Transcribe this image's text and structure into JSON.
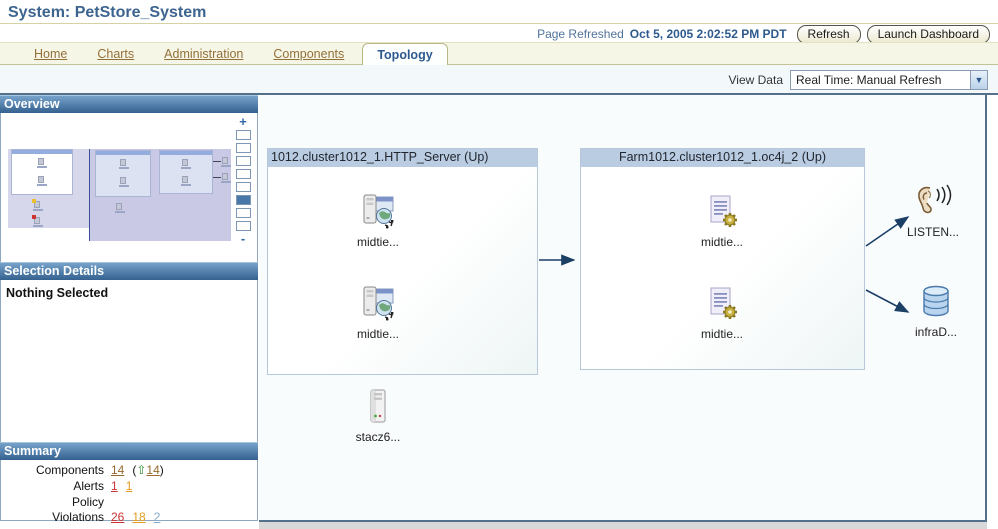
{
  "page": {
    "title": "System: PetStore_System"
  },
  "header": {
    "page_refreshed_label": "Page Refreshed",
    "page_refreshed_value": "Oct 5, 2005 2:02:52 PM PDT",
    "refresh_button": "Refresh",
    "launch_dashboard_button": "Launch Dashboard"
  },
  "tabs": {
    "items": [
      {
        "label": "Home"
      },
      {
        "label": "Charts"
      },
      {
        "label": "Administration"
      },
      {
        "label": "Components"
      }
    ],
    "active": "Topology"
  },
  "view_data": {
    "label": "View Data",
    "selected": "Real Time: Manual Refresh"
  },
  "sidebar": {
    "overview": {
      "title": "Overview",
      "zoom_in": "+",
      "zoom_out": "-",
      "zoom_levels": 8,
      "active_zoom_level": 6
    },
    "selection_details": {
      "title": "Selection Details",
      "message": "Nothing Selected"
    },
    "summary": {
      "title": "Summary",
      "components_label": "Components",
      "components_value": "14",
      "up_arrow": "⇧",
      "components_change": "14",
      "open_paren": "(",
      "close_paren": ")",
      "alerts_label": "Alerts",
      "alerts_critical": "1",
      "alerts_warning": "1",
      "policy_label_line1": "Policy",
      "policy_label_line2": "Violations",
      "policy_critical": "26",
      "policy_warning": "18",
      "policy_info": "2"
    }
  },
  "topology": {
    "groups": [
      {
        "title": "1012.cluster1012_1.HTTP_Server (Up)",
        "nodes": [
          {
            "label": "midtie...",
            "icon": "http-server-icon"
          },
          {
            "label": "midtie...",
            "icon": "http-server-icon"
          }
        ]
      },
      {
        "title": "Farm1012.cluster1012_1.oc4j_2 (Up)",
        "nodes": [
          {
            "label": "midtie...",
            "icon": "oc4j-icon"
          },
          {
            "label": "midtie...",
            "icon": "oc4j-icon"
          }
        ]
      }
    ],
    "standalone_nodes": [
      {
        "label": "stacz6...",
        "icon": "host-icon"
      },
      {
        "label": "LISTEN...",
        "icon": "listener-icon"
      },
      {
        "label": "infraD...",
        "icon": "database-icon"
      }
    ]
  },
  "colors": {
    "title_blue": "#3d648f",
    "panel_header_blue": "#34618f",
    "group_header_blue": "#b9cce2",
    "link_brown": "#96682c",
    "critical_red": "#cc3333",
    "warning_orange": "#e39b21",
    "info_blue": "#86a9c9",
    "arrow_navy": "#1c3f66",
    "up_arrow_green": "#2e8b2e",
    "tab_strip_beige": "#f6f6e6"
  }
}
